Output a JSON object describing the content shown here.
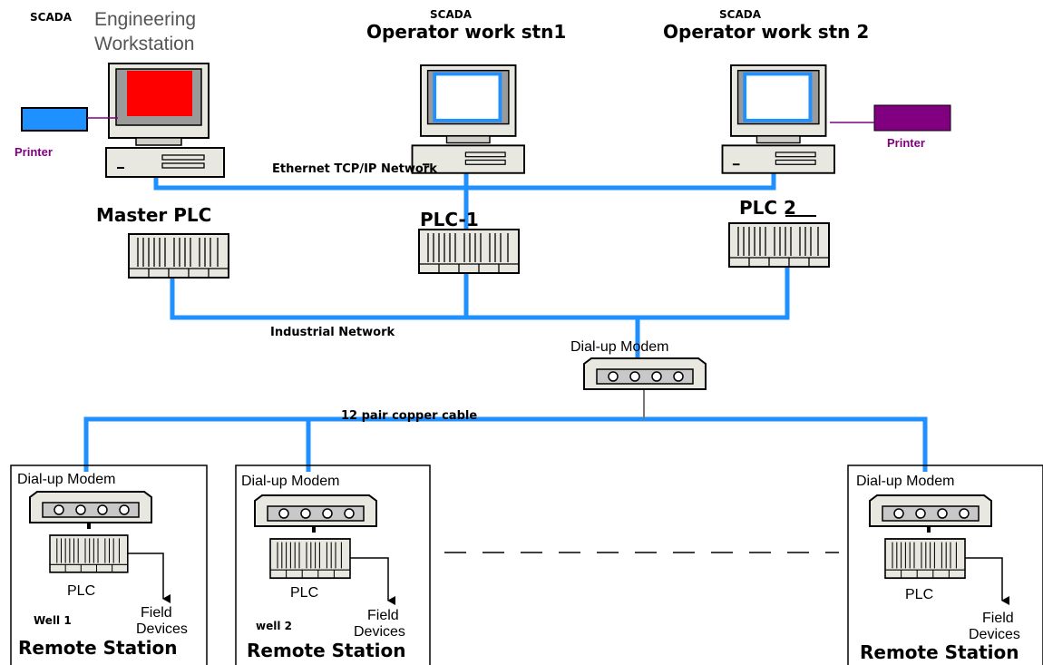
{
  "colors": {
    "network_line": "#1e90ff",
    "printer_left": "#1e90ff",
    "printer_right": "#800080",
    "engineering_screen": "#ff0000",
    "operator_screen_border": "#1e90ff",
    "device_body": "#e8e8e0"
  },
  "engineering": {
    "scada": "SCADA",
    "title_line1": "Engineering",
    "title_line2": "Workstation"
  },
  "operator1": {
    "scada": "SCADA",
    "title": "Operator work stn1"
  },
  "operator2": {
    "scada": "SCADA",
    "title": "Operator work stn 2"
  },
  "printers": {
    "left": "Printer",
    "right": "Printer"
  },
  "networks": {
    "ethernet": "Ethernet TCP/IP Network",
    "industrial": "Industrial Network",
    "copper": "12 pair copper cable"
  },
  "plcs": {
    "master": "Master PLC",
    "plc1": "PLC-1",
    "plc2": "PLC 2"
  },
  "main_modem": "Dial-up Modem",
  "remote_stations": [
    {
      "modem": "Dial-up Modem",
      "plc": "PLC",
      "well": "Well 1",
      "field_line1": "Field",
      "field_line2": "Devices",
      "title": "Remote Station"
    },
    {
      "modem": "Dial-up Modem",
      "plc": "PLC",
      "well": "well 2",
      "field_line1": "Field",
      "field_line2": "Devices",
      "title": "Remote Station"
    },
    {
      "modem": "Dial-up Modem",
      "plc": "PLC",
      "well": "",
      "field_line1": "Field",
      "field_line2": "Devices",
      "title": "Remote Station"
    }
  ]
}
